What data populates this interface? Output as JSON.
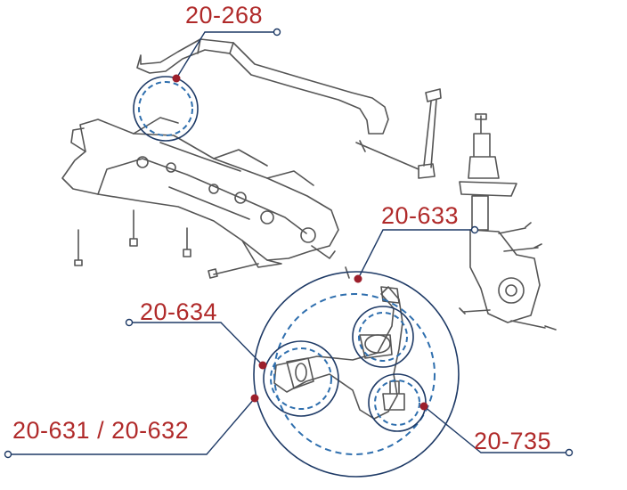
{
  "labels": {
    "stabilizer_bushing": "20-268",
    "control_arm": "20-633",
    "front_bushing": "20-634",
    "rear_bushing": "20-631 / 20-632",
    "ball_joint": "20-735"
  },
  "colors": {
    "label_text": "#b02a2a",
    "leader_line": "#1e3a66",
    "marker_dot": "#9c1f2b",
    "drawing_line": "#555555",
    "background": "#ffffff"
  }
}
